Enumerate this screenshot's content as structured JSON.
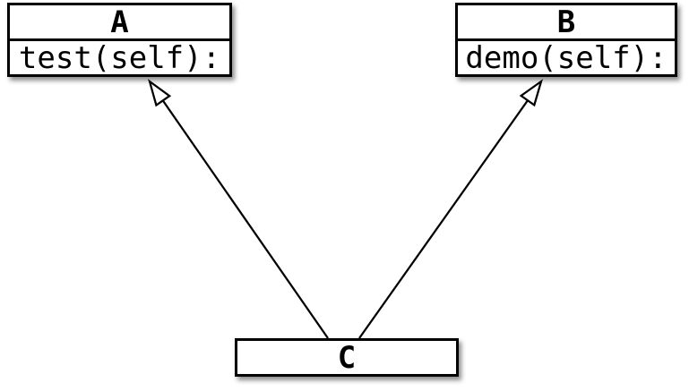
{
  "diagram": {
    "type": "uml-class-diagram",
    "colors": {
      "stroke": "#000000",
      "fill": "#ffffff",
      "background": "#ffffff"
    },
    "classes": [
      {
        "name": "A",
        "methods": [
          "test(self):"
        ]
      },
      {
        "name": "B",
        "methods": [
          "demo(self):"
        ]
      },
      {
        "name": "C",
        "methods": []
      }
    ],
    "relations": [
      {
        "type": "inheritance",
        "child": "C",
        "parent": "A"
      },
      {
        "type": "inheritance",
        "child": "C",
        "parent": "B"
      }
    ]
  }
}
